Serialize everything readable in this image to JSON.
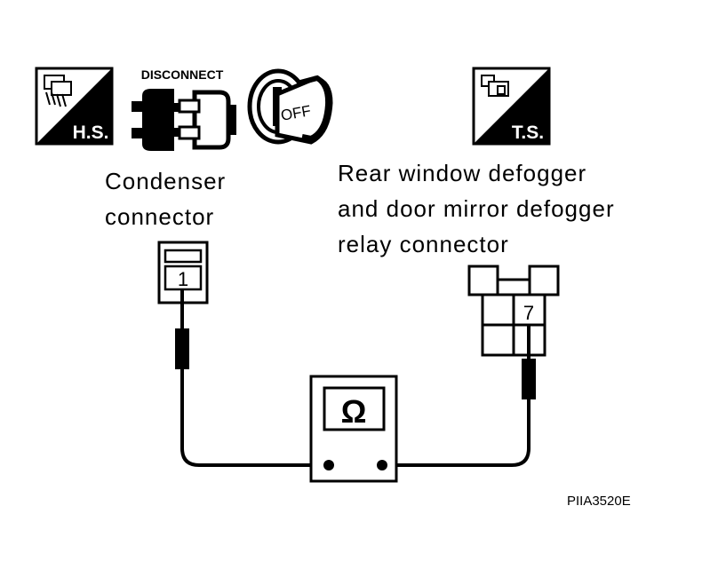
{
  "icons": {
    "hs_badge": "H.S.",
    "disconnect": "DISCONNECT",
    "ignition_key": "OFF",
    "ts_badge": "T.S."
  },
  "left_connector": {
    "label_line1": "Condenser",
    "label_line2": "connector",
    "terminal": "1"
  },
  "right_connector": {
    "label_line1": "Rear window defogger",
    "label_line2": "and door mirror defogger",
    "label_line3": "relay connector",
    "terminal": "7"
  },
  "meter": {
    "symbol": "Ω"
  },
  "figure_code": "PIIA3520E",
  "colors": {
    "ink": "#000000",
    "paper": "#ffffff"
  }
}
